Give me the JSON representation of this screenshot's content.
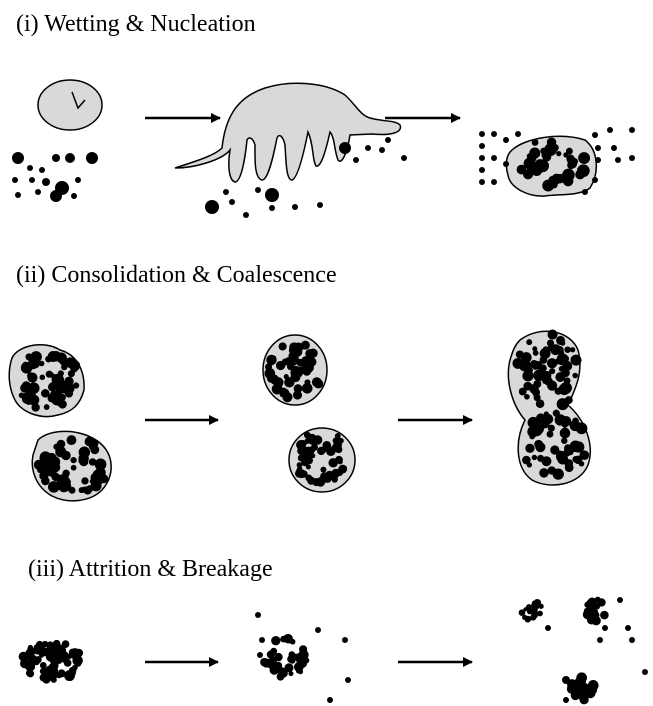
{
  "headings": {
    "wetting": "(i) Wetting & Nucleation",
    "consolidation": "(ii) Consolidation & Coalescence",
    "attrition": "(iii) Attrition & Breakage"
  },
  "colors": {
    "particle": "#000000",
    "binder": "#d9d9d9",
    "outline": "#000000",
    "background": "#ffffff"
  }
}
